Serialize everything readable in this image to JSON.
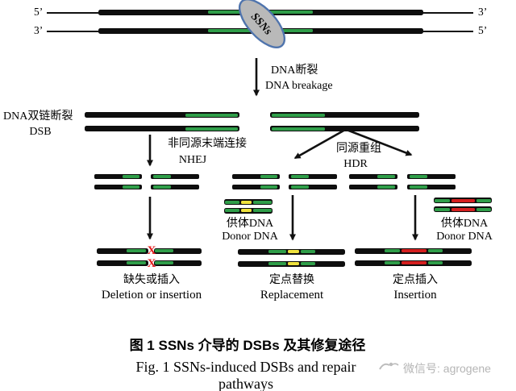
{
  "colors": {
    "green": "#2f9e49",
    "yellow": "#efe23d",
    "red": "#d51f1f",
    "bar-black": "#0e0e0e",
    "enzyme-fill": "#b9b9b9",
    "enzyme-stroke": "#4f74ad",
    "x-red": "#e31e1e",
    "watermark-gray": "#b5b5b5"
  },
  "top": {
    "strand1_left": "5’",
    "strand1_right": "3’",
    "strand2_left": "3’",
    "strand2_right": "5’",
    "enzyme": "SSNs"
  },
  "steps": {
    "breakage_zh": "DNA断裂",
    "breakage_en": "DNA breakage",
    "dsb_zh": "DNA双链断裂",
    "dsb_en": "DSB",
    "nhej_zh": "非同源末端连接",
    "nhej_en": "NHEJ",
    "hdr_zh": "同源重组",
    "hdr_en": "HDR"
  },
  "donors": {
    "mid_zh": "供体DNA",
    "mid_en": "Donor DNA",
    "right_zh": "供体DNA",
    "right_en": "Donor DNA"
  },
  "results": {
    "deletion_zh": "缺失或插入",
    "deletion_en": "Deletion or insertion",
    "replacement_zh": "定点替换",
    "replacement_en": "Replacement",
    "insertion_zh": "定点插入",
    "insertion_en": "Insertion",
    "x_mark": "X"
  },
  "caption": {
    "zh": "图 1  SSNs 介导的 DSBs 及其修复途径",
    "en": "Fig. 1  SSNs-induced DSBs and repair pathways"
  },
  "watermark": "微信号: agrogene"
}
